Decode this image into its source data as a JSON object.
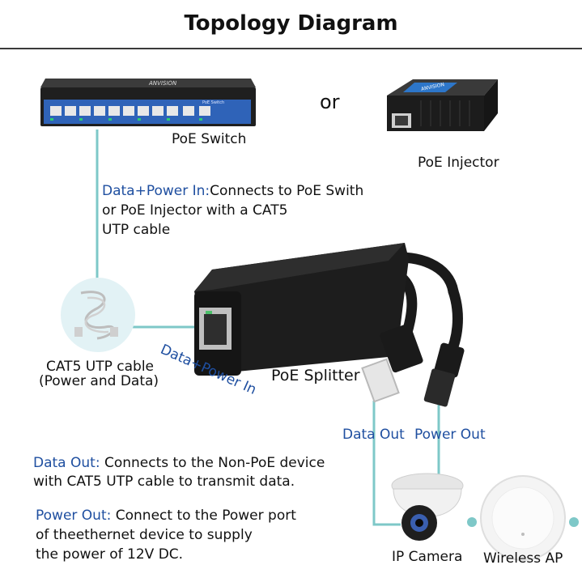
{
  "title": "Topology Diagram",
  "labels": {
    "or": "or",
    "poe_switch": "PoE Switch",
    "poe_injector": "PoE Injector",
    "poe_splitter": "PoE Splitter",
    "cat5_line1": "CAT5 UTP cable",
    "cat5_line2": "(Power and Data)",
    "data_power_in": "Data+Power In",
    "data_out": "Data Out",
    "power_out": "Power Out",
    "ip_camera": "IP Camera",
    "wireless_ap": "Wireless AP"
  },
  "desc_in": {
    "key": "Data+Power In:",
    "line1": "Connects to PoE Swith",
    "line2": "or PoE Injector with a CAT5",
    "line3": "UTP cable"
  },
  "desc_data_out": {
    "key": "Data Out:",
    "line1": "Connects to the Non-PoE device",
    "line2": "with CAT5 UTP cable to transmit data."
  },
  "desc_power_out": {
    "key": "Power Out:",
    "line1": "Connect to the Power port",
    "line2": "of theethernet device to supply",
    "line3": "the power of 12V DC."
  },
  "device_text": {
    "switch_brand": "ANVISION",
    "switch_model": "PoE Switch",
    "injector_brand": "ANVISION"
  },
  "colors": {
    "connector_line": "#7ec8c8",
    "key_text": "#1f4fa0",
    "device_black": "#1c1c1c",
    "switch_panel": "#2f63b8"
  }
}
